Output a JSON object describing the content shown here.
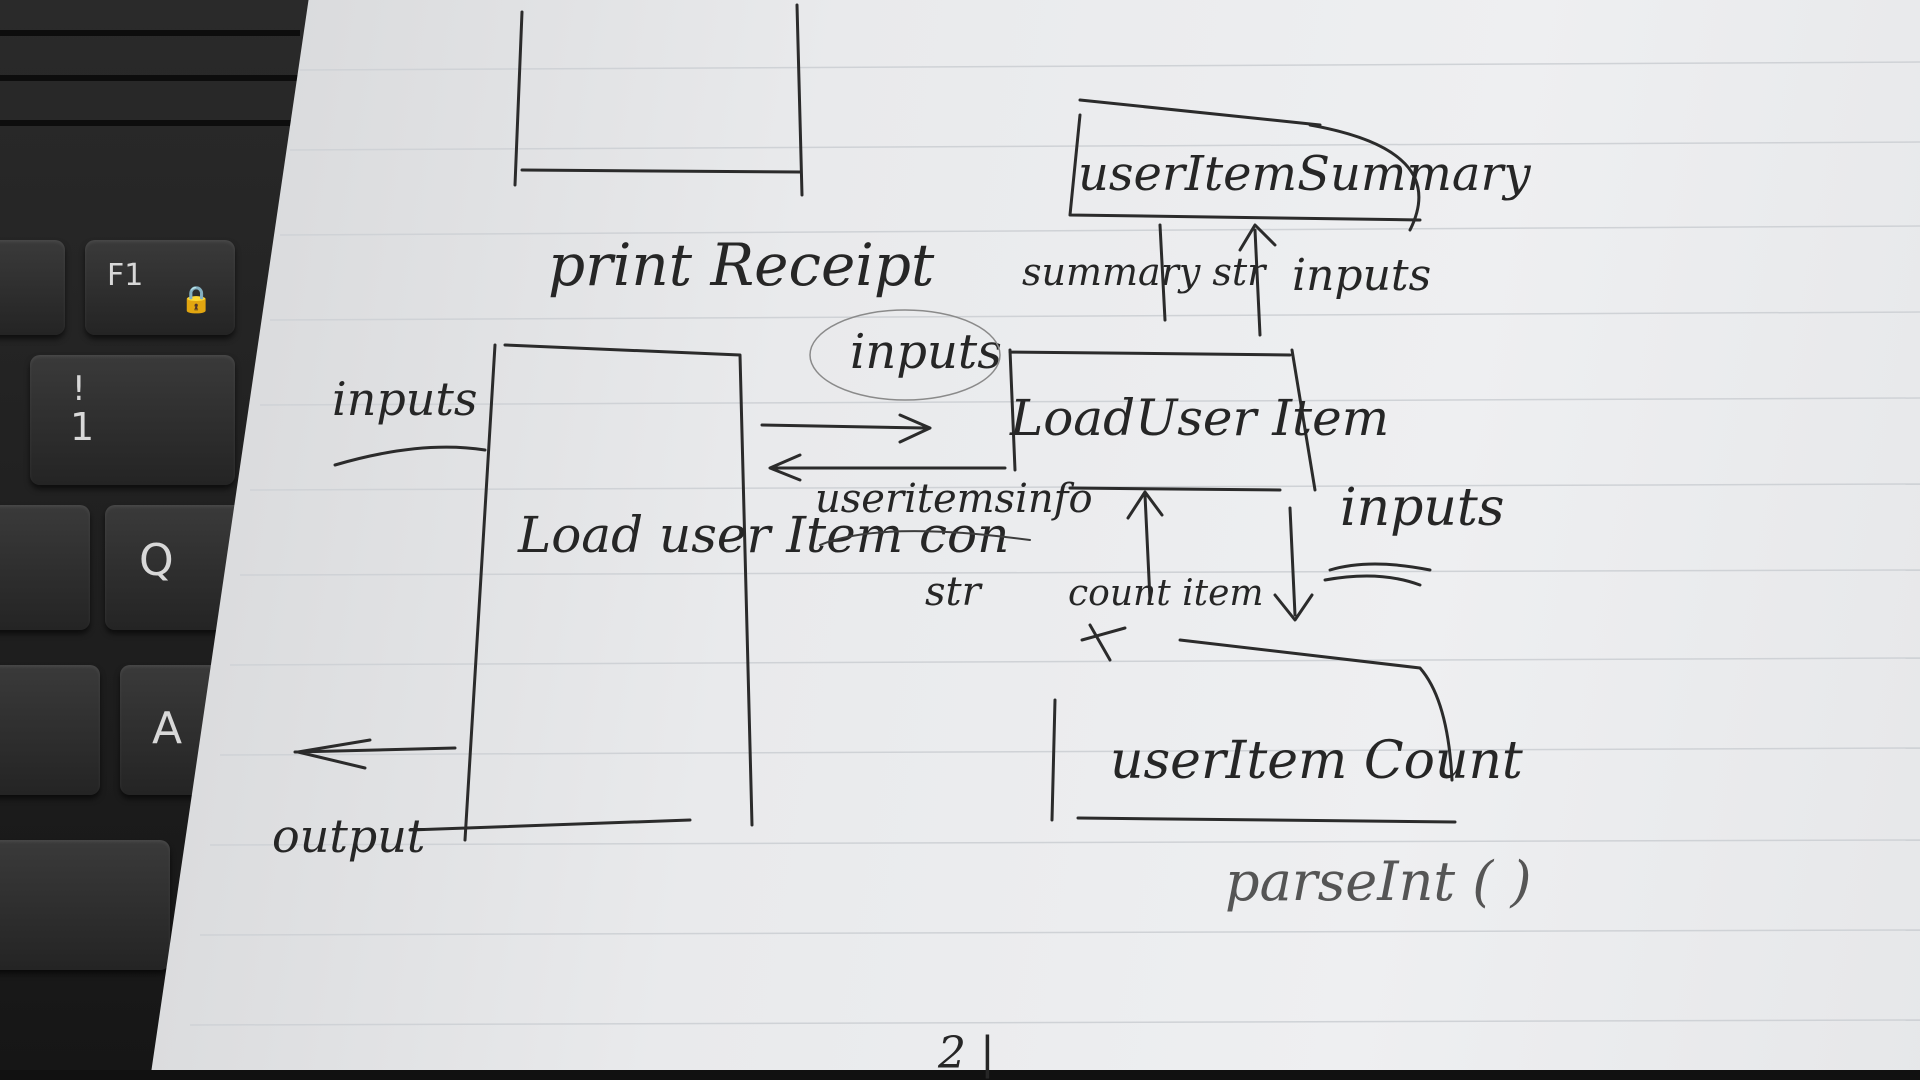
{
  "keyboard": {
    "keys": {
      "f1": "F1",
      "exclaim": "!",
      "one": "1",
      "q": "Q",
      "a": "A"
    }
  },
  "note": {
    "functions": {
      "print_receipt": "print Receipt",
      "load_user_item_con": "Load user Item con",
      "load_user_item": "LoadUser Item",
      "user_item_summary": "userItemSummary",
      "user_item_count": "userItem Count"
    },
    "labels": {
      "inputs_left": "inputs",
      "output_left": "output",
      "inputs_top_arrow": "inputs",
      "user_items_info": "useritemsinfo",
      "str_under": "str",
      "summary_str": "summary str",
      "inputs_summary": "inputs",
      "count_item": "count item",
      "inputs_count": "inputs",
      "parse_int": "parseInt ( )",
      "page_mark": "2 |"
    }
  },
  "colors": {
    "ink": "#2b2b2b",
    "paper": "#eceef0",
    "keyboard": "#1f1f1f"
  }
}
